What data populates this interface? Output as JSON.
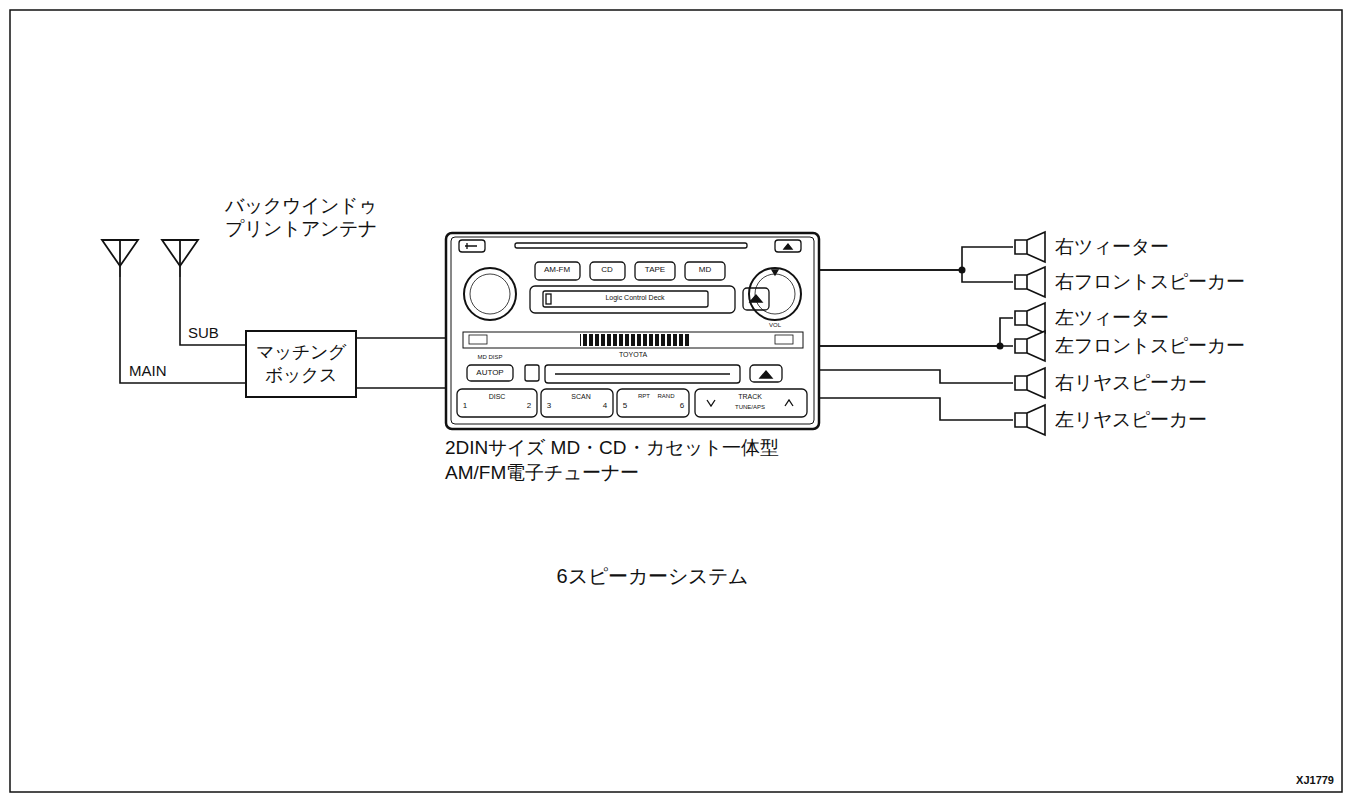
{
  "diagram": {
    "caption": "6スピーカーシステム",
    "nodes": [
      {
        "text": [
          "バックウインドゥ プリントアンテナ"
        ]
      },
      {
        "text": [
          "マッチング ボックス"
        ]
      },
      {
        "text": [
          "2DINサイズ MD・CD・カセット一体型 AM/FM電子チューナー"
        ]
      },
      {
        "text": [
          "右ツィーター"
        ]
      },
      {
        "text": [
          "右フロントスピーカー"
        ]
      },
      {
        "text": [
          "左ツィーター"
        ]
      },
      {
        "text": [
          "左フロントスピーカー"
        ]
      },
      {
        "text": [
          "右リヤスピーカー"
        ]
      },
      {
        "text": [
          "左リヤスピーカー"
        ]
      }
    ],
    "edges": [
      {
        "from": 0,
        "to": 1,
        "label": "SUB",
        "arrow": "none"
      },
      {
        "from": 0,
        "to": 1,
        "label": "MAIN",
        "arrow": "none"
      },
      {
        "from": 1,
        "to": 2,
        "arrow": "none"
      },
      {
        "from": 1,
        "to": 2,
        "arrow": "none"
      },
      {
        "from": 2,
        "to": 3,
        "arrow": "none"
      },
      {
        "from": 2,
        "to": 4,
        "arrow": "none"
      },
      {
        "from": 2,
        "to": 5,
        "arrow": "none"
      },
      {
        "from": 2,
        "to": 6,
        "arrow": "none"
      },
      {
        "from": 2,
        "to": 7,
        "arrow": "none"
      },
      {
        "from": 2,
        "to": 8,
        "arrow": "none"
      }
    ],
    "labels": [
      "AM-FM",
      "CD",
      "TAPE",
      "MD",
      "Logic Control Deck",
      "VOL",
      "TOYOTA",
      "MD DISP",
      "AUTOP",
      "1",
      "DISC",
      "2",
      "3",
      "SCAN",
      "4",
      "5",
      "RPT",
      "RAND",
      "6",
      "TRACK",
      "TUNE/APS",
      "XJ1779"
    ]
  }
}
